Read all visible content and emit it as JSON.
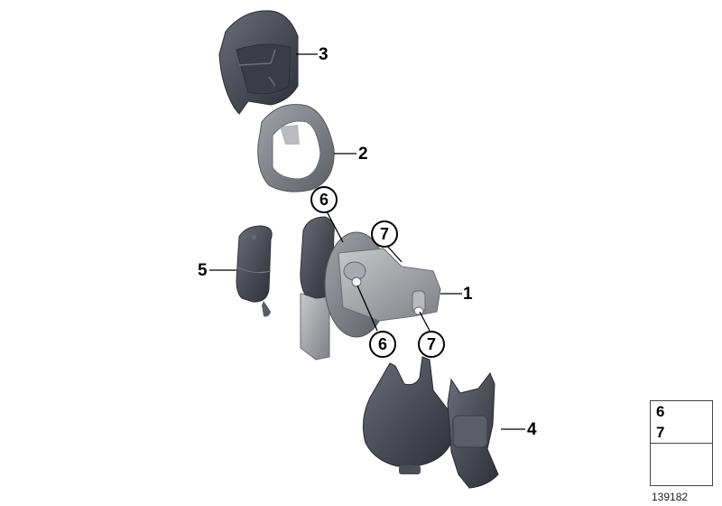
{
  "diagram": {
    "title": "Parts exploded view",
    "callouts": [
      {
        "id": "callout-1",
        "label": "1",
        "part": "actuator-assembly"
      },
      {
        "id": "callout-2",
        "label": "2",
        "part": "holder-ring"
      },
      {
        "id": "callout-3",
        "label": "3",
        "part": "upper-cover"
      },
      {
        "id": "callout-4",
        "label": "4",
        "part": "lower-cover"
      },
      {
        "id": "callout-5",
        "label": "5",
        "part": "connector-housing"
      }
    ],
    "circled_callouts": [
      {
        "id": "circ-6-top",
        "label": "6"
      },
      {
        "id": "circ-7-top",
        "label": "7"
      },
      {
        "id": "circ-6-bottom",
        "label": "6"
      },
      {
        "id": "circ-7-bottom",
        "label": "7"
      }
    ],
    "legend": {
      "labels": [
        "6",
        "7"
      ],
      "icon": "hex-lock-nut-icon",
      "symbol": "assembly-arrow-icon"
    },
    "reference_number": "139182"
  },
  "colors": {
    "part_dark": "#4b4d57",
    "part_mid": "#6d6f78",
    "part_light": "#9a9ca3",
    "frame": "#8a8c90"
  }
}
